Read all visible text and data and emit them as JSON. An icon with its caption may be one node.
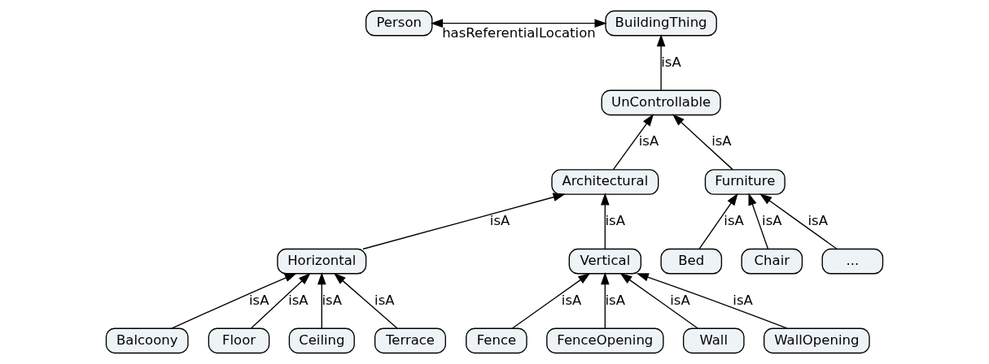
{
  "diagram": {
    "nodes": [
      {
        "text": [
          "Person"
        ]
      },
      {
        "text": [
          "BuildingThing"
        ]
      },
      {
        "text": [
          "UnControllable"
        ]
      },
      {
        "text": [
          "Architectural"
        ]
      },
      {
        "text": [
          "Furniture"
        ]
      },
      {
        "text": [
          "Bed"
        ]
      },
      {
        "text": [
          "Chair"
        ]
      },
      {
        "text": [
          "..."
        ]
      },
      {
        "text": [
          "Horizontal"
        ]
      },
      {
        "text": [
          "Vertical"
        ]
      },
      {
        "text": [
          "Balcoony"
        ]
      },
      {
        "text": [
          "Floor"
        ]
      },
      {
        "text": [
          "Ceiling"
        ]
      },
      {
        "text": [
          "Terrace"
        ]
      },
      {
        "text": [
          "Fence"
        ]
      },
      {
        "text": [
          "FenceOpening"
        ]
      },
      {
        "text": [
          "Wall"
        ]
      },
      {
        "text": [
          "WallOpening"
        ]
      }
    ],
    "edges": [
      {
        "from": 0,
        "to": 1,
        "arrow": "both",
        "label": "hasReferentialLocation"
      },
      {
        "from": 2,
        "to": 1,
        "arrow": "to",
        "label": "isA"
      },
      {
        "from": 3,
        "to": 2,
        "arrow": "to",
        "label": "isA"
      },
      {
        "from": 4,
        "to": 2,
        "arrow": "to",
        "label": "isA"
      },
      {
        "from": 5,
        "to": 4,
        "arrow": "to",
        "label": "isA"
      },
      {
        "from": 6,
        "to": 4,
        "arrow": "to",
        "label": "isA"
      },
      {
        "from": 7,
        "to": 4,
        "arrow": "to",
        "label": "isA"
      },
      {
        "from": 8,
        "to": 3,
        "arrow": "to",
        "label": "isA"
      },
      {
        "from": 9,
        "to": 3,
        "arrow": "to",
        "label": "isA"
      },
      {
        "from": 10,
        "to": 8,
        "arrow": "to",
        "label": "isA"
      },
      {
        "from": 11,
        "to": 8,
        "arrow": "to",
        "label": "isA"
      },
      {
        "from": 12,
        "to": 8,
        "arrow": "to",
        "label": "isA"
      },
      {
        "from": 13,
        "to": 8,
        "arrow": "to",
        "label": "isA"
      },
      {
        "from": 14,
        "to": 9,
        "arrow": "to",
        "label": "isA"
      },
      {
        "from": 15,
        "to": 9,
        "arrow": "to",
        "label": "isA"
      },
      {
        "from": 16,
        "to": 9,
        "arrow": "to",
        "label": "isA"
      },
      {
        "from": 17,
        "to": 9,
        "arrow": "to",
        "label": "isA"
      }
    ]
  }
}
